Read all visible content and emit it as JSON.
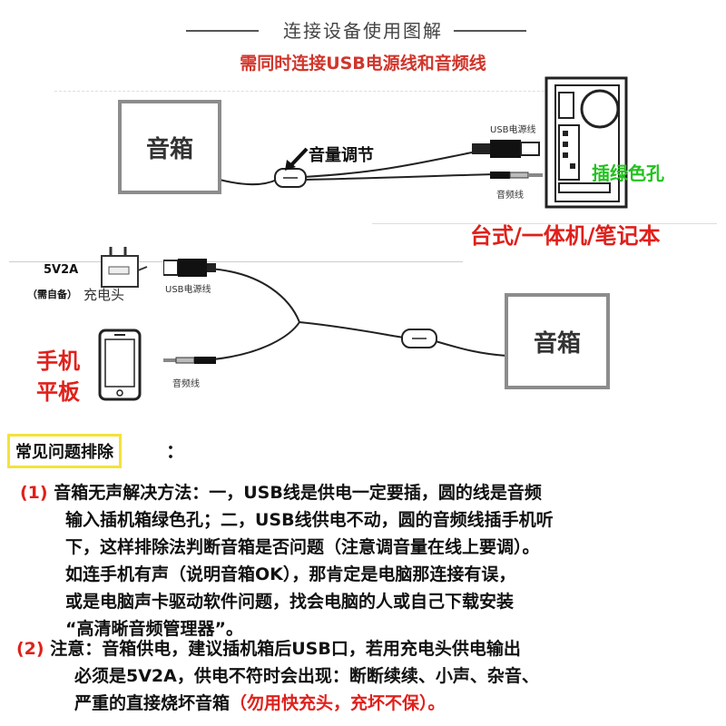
{
  "header": {
    "title": "连接设备使用图解",
    "subtitle": "需同时连接USB电源线和音频线"
  },
  "diagram": {
    "speaker_top": "音箱",
    "speaker_bottom": "音箱",
    "volume_label": "音量调节",
    "usb_cable_top": "USB电源线",
    "audio_cable_top": "音频线",
    "green_hole": "插绿色孔",
    "computer_types": "台式/一体机/笔记本",
    "charger_rating": "5V2A",
    "charger_note": "（需自备）",
    "charger_label": "充电头",
    "usb_cable_bottom": "USB电源线",
    "audio_cable_bottom": "音频线",
    "phone_label_1": "手机",
    "phone_label_2": "平板"
  },
  "faq": {
    "heading": "常见问题排除",
    "colon": "：",
    "items": [
      {
        "number": "(1)",
        "lines": [
          "音箱无声解决方法：一，USB线是供电一定要插，圆的线是音频",
          "输入插机箱绿色孔；二，USB线供电不动，圆的音频线插手机听",
          "下，这样排除法判断音箱是否问题（注意调音量在线上要调）。",
          "如连手机有声（说明音箱OK），那肯定是电脑那连接有误，",
          "或是电脑声卡驱动软件问题，找会电脑的人或自己下载安装",
          "“高清晰音频管理器”。"
        ]
      },
      {
        "number": "(2)",
        "lines": [
          "注意：音箱供电，建议插机箱后USB口，若用充电头供电输出",
          "必须是5V2A，供电不符时会出现：断断续续、小声、杂音、",
          "严重的直接烧坏音箱"
        ],
        "warning": "（勿用快充头，充坏不保）。"
      }
    ]
  },
  "colors": {
    "accent_red": "#e0201b",
    "subtitle_red": "#d0352b",
    "green": "#22c21e",
    "highlight_yellow": "#f4e23a",
    "box_border": "#8c8c8c"
  },
  "icons": [
    "computer-tower-icon",
    "usb-plug-icon",
    "audio-jack-icon",
    "volume-control-icon",
    "charger-icon",
    "smartphone-icon",
    "arrow-icon"
  ]
}
